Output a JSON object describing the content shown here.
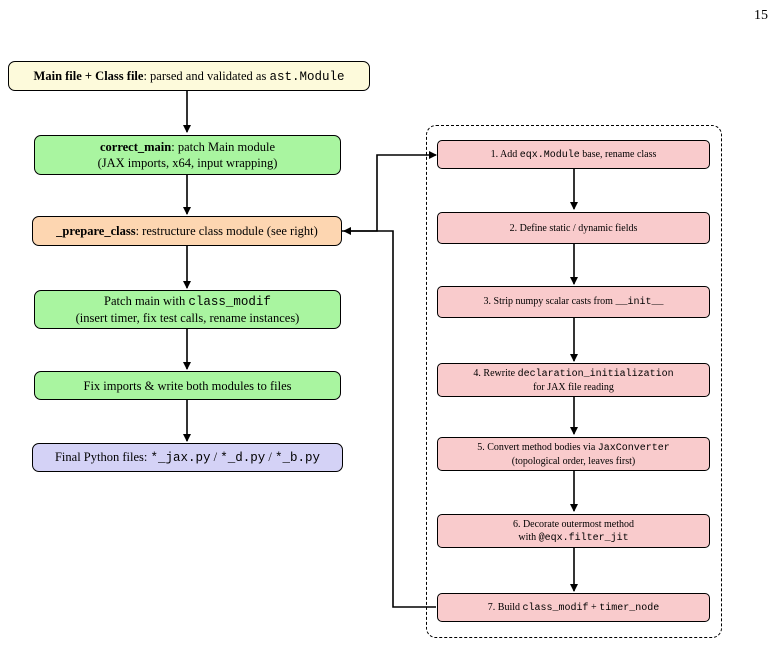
{
  "page_number": "15",
  "main_flow": {
    "input_box": {
      "bold": "Main file + Class file",
      "text": ": parsed and validated as ",
      "code": "ast.Module"
    },
    "correct_main": {
      "bold": "correct_main",
      "text": ": patch Main module",
      "line2": "(JAX imports, x64, input wrapping)"
    },
    "prepare_class": {
      "bold": "_prepare_class",
      "text": ": restructure class module (see right)"
    },
    "patch_main": {
      "text": "Patch main with ",
      "code": "class_modif",
      "line2": "(insert timer, fix test calls, rename instances)"
    },
    "fix_imports": {
      "text": "Fix imports & write both modules to files"
    },
    "final_files": {
      "text": "Final Python files: ",
      "code1": "*_jax.py",
      "sep1": " / ",
      "code2": "*_d.py",
      "sep2": " / ",
      "code3": "*_b.py"
    }
  },
  "steps": {
    "s1": {
      "pre": "1. Add ",
      "code": "eqx.Module",
      "post": " base, rename class"
    },
    "s2": {
      "text": "2. Define static / dynamic fields"
    },
    "s3": {
      "pre": "3. Strip numpy scalar casts from ",
      "code": "__init__"
    },
    "s4": {
      "pre": "4. Rewrite ",
      "code": "declaration_initialization",
      "line2": "for JAX file reading"
    },
    "s5": {
      "pre": "5. Convert method bodies via ",
      "code": "JaxConverter",
      "line2": "(topological order, leaves first)"
    },
    "s6": {
      "text": "6. Decorate outermost method",
      "line2_pre": "with ",
      "line2_code": "@eqx.filter_jit"
    },
    "s7": {
      "pre": "7. Build ",
      "code1": "class_modif",
      "mid": " + ",
      "code2": "timer_node"
    }
  }
}
